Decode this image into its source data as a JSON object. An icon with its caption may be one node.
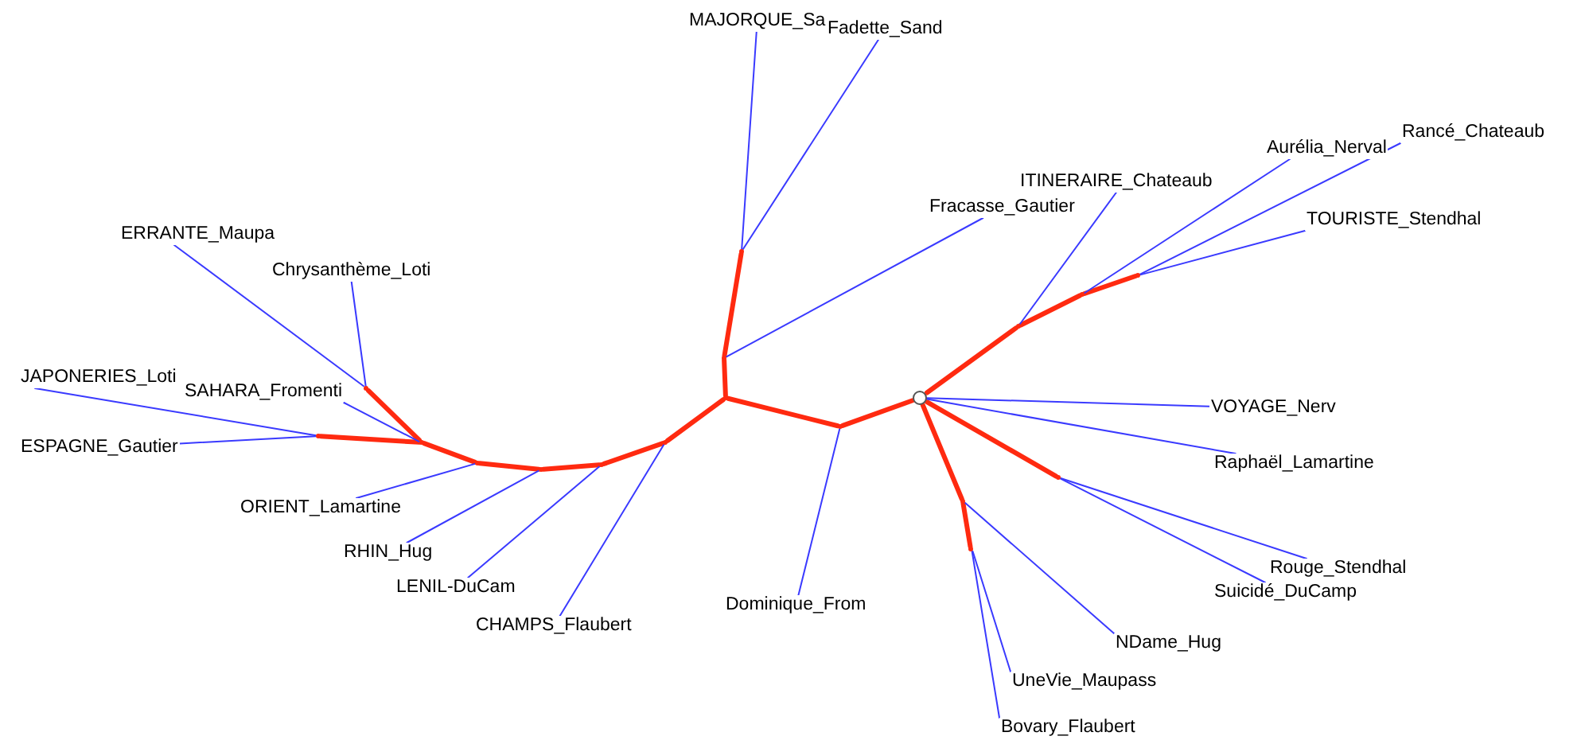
{
  "diagram": {
    "nodes": [
      {
        "text": [
          "MAJORQUE_Sa"
        ]
      },
      {
        "text": [
          "Fadette_Sand"
        ]
      },
      {
        "text": [
          "Fracasse_Gautier"
        ]
      },
      {
        "text": [
          "ERRANTE_Maupa"
        ]
      },
      {
        "text": [
          "Chrysanthème_Loti"
        ]
      },
      {
        "text": [
          "JAPONERIES_Loti"
        ]
      },
      {
        "text": [
          "SAHARA_Fromenti"
        ]
      },
      {
        "text": [
          "ESPAGNE_Gautier"
        ]
      },
      {
        "text": [
          "ORIENT_Lamartine"
        ]
      },
      {
        "text": [
          "RHIN_Hug"
        ]
      },
      {
        "text": [
          "LENIL-DuCam"
        ]
      },
      {
        "text": [
          "CHAMPS_Flaubert"
        ]
      },
      {
        "text": [
          "Dominique_From"
        ]
      },
      {
        "text": [
          "Rancé_Chateaub"
        ]
      },
      {
        "text": [
          "Aurélia_Nerval"
        ]
      },
      {
        "text": [
          "ITINERAIRE_Chateaub"
        ]
      },
      {
        "text": [
          "TOURISTE_Stendhal"
        ]
      },
      {
        "text": [
          "VOYAGE_Nerv"
        ]
      },
      {
        "text": [
          "Raphaël_Lamartine"
        ]
      },
      {
        "text": [
          "Rouge_Stendhal"
        ]
      },
      {
        "text": [
          "Suicidé_DuCamp"
        ]
      },
      {
        "text": [
          "NDame_Hug"
        ]
      },
      {
        "text": [
          "UneVie_Maupass"
        ]
      },
      {
        "text": [
          "Bovary_Flaubert"
        ]
      },
      {
        "text": [],
        "shape": "point"
      },
      {
        "text": [],
        "shape": "point"
      },
      {
        "text": [],
        "shape": "point"
      },
      {
        "text": [],
        "shape": "point"
      },
      {
        "text": [],
        "shape": "point"
      },
      {
        "text": [],
        "shape": "point"
      },
      {
        "text": [],
        "shape": "point"
      },
      {
        "text": [],
        "shape": "point"
      },
      {
        "text": [],
        "shape": "point"
      },
      {
        "text": [],
        "shape": "point"
      },
      {
        "text": [],
        "shape": "point"
      },
      {
        "text": [],
        "shape": "circle"
      },
      {
        "text": [],
        "shape": "point"
      },
      {
        "text": [],
        "shape": "point"
      },
      {
        "text": [],
        "shape": "point"
      },
      {
        "text": [],
        "shape": "point"
      },
      {
        "text": [],
        "shape": "point"
      },
      {
        "text": [],
        "shape": "point"
      }
    ],
    "edges": [
      {
        "from": 24,
        "to": 25,
        "arrow": "none",
        "style": "thick",
        "color": "#ff2a10"
      },
      {
        "from": 25,
        "to": 26,
        "arrow": "none",
        "style": "thick",
        "color": "#ff2a10"
      },
      {
        "from": 24,
        "to": 27,
        "arrow": "none",
        "style": "thick",
        "color": "#ff2a10"
      },
      {
        "from": 27,
        "to": 28,
        "arrow": "none",
        "style": "thick",
        "color": "#ff2a10"
      },
      {
        "from": 28,
        "to": 29,
        "arrow": "none",
        "style": "thick",
        "color": "#ff2a10"
      },
      {
        "from": 29,
        "to": 30,
        "arrow": "none",
        "style": "thick",
        "color": "#ff2a10"
      },
      {
        "from": 30,
        "to": 31,
        "arrow": "none",
        "style": "thick",
        "color": "#ff2a10"
      },
      {
        "from": 31,
        "to": 32,
        "arrow": "none",
        "style": "thick",
        "color": "#ff2a10"
      },
      {
        "from": 31,
        "to": 33,
        "arrow": "none",
        "style": "thick",
        "color": "#ff2a10"
      },
      {
        "from": 24,
        "to": 34,
        "arrow": "none",
        "style": "thick",
        "color": "#ff2a10"
      },
      {
        "from": 34,
        "to": 35,
        "arrow": "none",
        "style": "thick",
        "color": "#ff2a10"
      },
      {
        "from": 35,
        "to": 36,
        "arrow": "none",
        "style": "thick",
        "color": "#ff2a10"
      },
      {
        "from": 36,
        "to": 37,
        "arrow": "none",
        "style": "thick",
        "color": "#ff2a10"
      },
      {
        "from": 37,
        "to": 38,
        "arrow": "none",
        "style": "thick",
        "color": "#ff2a10"
      },
      {
        "from": 35,
        "to": 39,
        "arrow": "none",
        "style": "thick",
        "color": "#ff2a10"
      },
      {
        "from": 35,
        "to": 40,
        "arrow": "none",
        "style": "thick",
        "color": "#ff2a10"
      },
      {
        "from": 40,
        "to": 41,
        "arrow": "none",
        "style": "thick",
        "color": "#ff2a10"
      },
      {
        "from": 26,
        "to": 0,
        "arrow": "none"
      },
      {
        "from": 26,
        "to": 1,
        "arrow": "none"
      },
      {
        "from": 25,
        "to": 2,
        "arrow": "none"
      },
      {
        "from": 27,
        "to": 11,
        "arrow": "none"
      },
      {
        "from": 28,
        "to": 10,
        "arrow": "none"
      },
      {
        "from": 29,
        "to": 9,
        "arrow": "none"
      },
      {
        "from": 30,
        "to": 8,
        "arrow": "none"
      },
      {
        "from": 32,
        "to": 7,
        "arrow": "none"
      },
      {
        "from": 32,
        "to": 5,
        "arrow": "none"
      },
      {
        "from": 31,
        "to": 6,
        "arrow": "none"
      },
      {
        "from": 33,
        "to": 3,
        "arrow": "none"
      },
      {
        "from": 33,
        "to": 4,
        "arrow": "none"
      },
      {
        "from": 34,
        "to": 12,
        "arrow": "none"
      },
      {
        "from": 36,
        "to": 15,
        "arrow": "none"
      },
      {
        "from": 37,
        "to": 14,
        "arrow": "none"
      },
      {
        "from": 38,
        "to": 13,
        "arrow": "none"
      },
      {
        "from": 38,
        "to": 16,
        "arrow": "none"
      },
      {
        "from": 35,
        "to": 17,
        "arrow": "none"
      },
      {
        "from": 35,
        "to": 18,
        "arrow": "none"
      },
      {
        "from": 39,
        "to": 19,
        "arrow": "none"
      },
      {
        "from": 39,
        "to": 20,
        "arrow": "none"
      },
      {
        "from": 40,
        "to": 21,
        "arrow": "none"
      },
      {
        "from": 41,
        "to": 22,
        "arrow": "none"
      },
      {
        "from": 41,
        "to": 23,
        "arrow": "none"
      }
    ]
  }
}
